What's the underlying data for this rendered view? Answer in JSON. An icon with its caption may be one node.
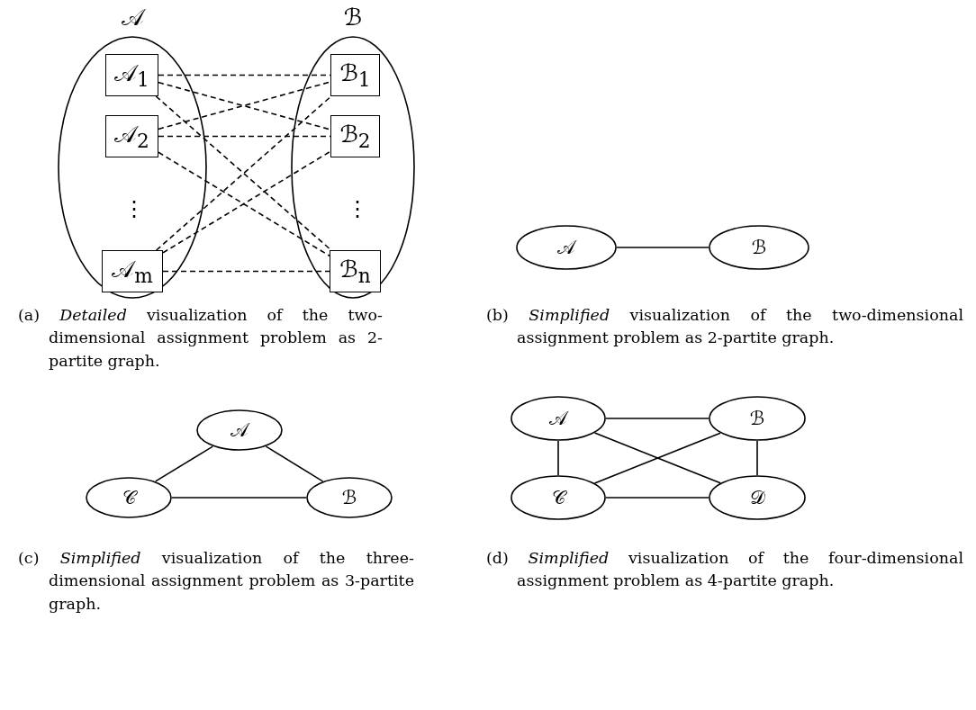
{
  "diagram": {
    "nodes": [
      {
        "text": [
          "𝒜"
        ]
      },
      {
        "text": [
          "ℬ"
        ]
      },
      {
        "text": [
          "𝒜$_{1}$"
        ],
        "in": 0
      },
      {
        "text": [
          "𝒜$_{2}$"
        ],
        "in": 0
      },
      {
        "text": [
          "𝒜$_{m}$"
        ],
        "in": 0
      },
      {
        "text": [
          "ℬ$_{1}$"
        ],
        "in": 1
      },
      {
        "text": [
          "ℬ$_{2}$"
        ],
        "in": 1
      },
      {
        "text": [
          "ℬ$_{n}$"
        ],
        "in": 1
      },
      {
        "text": [
          "𝒜"
        ]
      },
      {
        "text": [
          "ℬ"
        ]
      },
      {
        "text": [
          "𝒜"
        ]
      },
      {
        "text": [
          "𝒞"
        ]
      },
      {
        "text": [
          "ℬ"
        ]
      },
      {
        "text": [
          "𝒜"
        ]
      },
      {
        "text": [
          "ℬ"
        ]
      },
      {
        "text": [
          "𝒞"
        ]
      },
      {
        "text": [
          "𝒟"
        ]
      }
    ],
    "edges": [
      {
        "from": 2,
        "to": 5,
        "arrow": "none",
        "style": "dashed"
      },
      {
        "from": 2,
        "to": 6,
        "arrow": "none",
        "style": "dashed"
      },
      {
        "from": 2,
        "to": 7,
        "arrow": "none",
        "style": "dashed"
      },
      {
        "from": 3,
        "to": 5,
        "arrow": "none",
        "style": "dashed"
      },
      {
        "from": 3,
        "to": 6,
        "arrow": "none",
        "style": "dashed"
      },
      {
        "from": 3,
        "to": 7,
        "arrow": "none",
        "style": "dashed"
      },
      {
        "from": 4,
        "to": 5,
        "arrow": "none",
        "style": "dashed"
      },
      {
        "from": 4,
        "to": 6,
        "arrow": "none",
        "style": "dashed"
      },
      {
        "from": 4,
        "to": 7,
        "arrow": "none",
        "style": "dashed"
      },
      {
        "from": 8,
        "to": 9,
        "arrow": "none"
      },
      {
        "from": 10,
        "to": 11,
        "arrow": "none"
      },
      {
        "from": 10,
        "to": 12,
        "arrow": "none"
      },
      {
        "from": 11,
        "to": 12,
        "arrow": "none"
      },
      {
        "from": 13,
        "to": 14,
        "arrow": "none"
      },
      {
        "from": 13,
        "to": 15,
        "arrow": "none"
      },
      {
        "from": 13,
        "to": 16,
        "arrow": "none"
      },
      {
        "from": 14,
        "to": 15,
        "arrow": "none"
      },
      {
        "from": 14,
        "to": 16,
        "arrow": "none"
      },
      {
        "from": 15,
        "to": 16,
        "arrow": "none"
      }
    ],
    "labels": [
      "⋮",
      "⋮",
      "(a) *Detailed* visualization of the two-dimensional assignment problem as 2-partite graph.",
      "(b) *Simplified* visualization of the two-dimensional assignment problem as 2-partite graph.",
      "(c) *Simplified* visualization of the three-dimensional assignment problem as 3-partite graph.",
      "(d) *Simplified* visualization of the four-dimensional assignment problem as 4-partite graph."
    ]
  }
}
